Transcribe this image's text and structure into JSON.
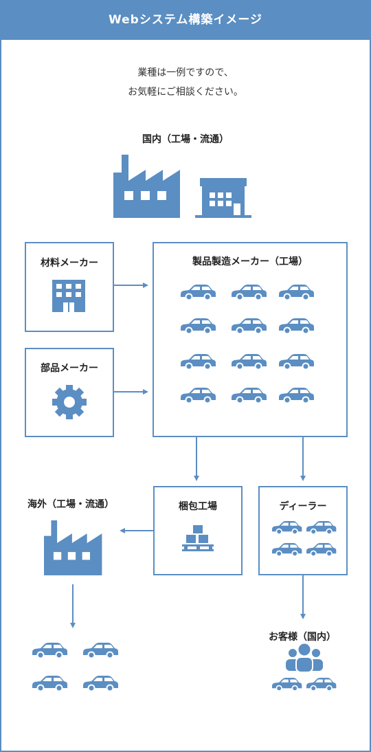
{
  "header": {
    "title": "Webシステム構築イメージ"
  },
  "intro": {
    "line1": "業種は一例ですので、",
    "line2": "お気軽にご相談ください。"
  },
  "nodes": {
    "domestic": "国内（工場・流通）",
    "material_maker": "材料メーカー",
    "parts_maker": "部品メーカー",
    "product_maker": "製品製造メーカー（工場）",
    "packing_factory": "梱包工場",
    "dealer": "ディーラー",
    "overseas": "海外（工場・流通）",
    "customer": "お客様（国内）"
  },
  "colors": {
    "accent": "#5b8ec2"
  },
  "icons": [
    "factory-icon",
    "shop-icon",
    "office-building-icon",
    "gear-icon",
    "car-icon",
    "boxes-on-pallet-icon",
    "people-icon",
    "arrow-icon"
  ]
}
